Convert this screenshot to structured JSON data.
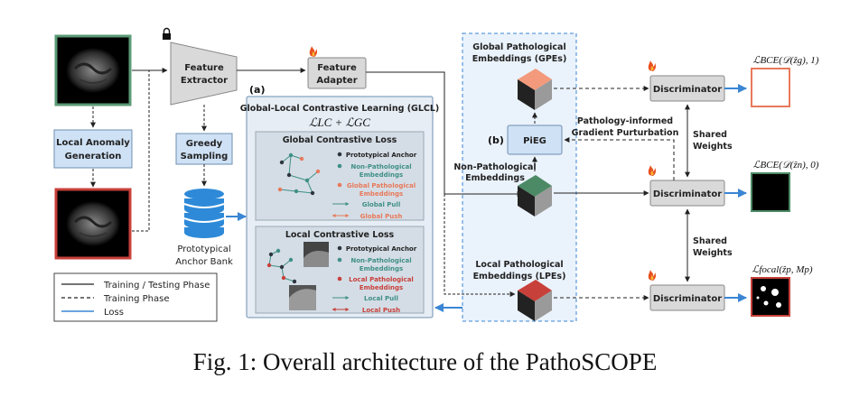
{
  "figure": {
    "caption": "Fig. 1: Overall architecture of the PathoSCOPE",
    "blocks": {
      "local_anomaly_generation": [
        "Local Anomaly",
        "Generation"
      ],
      "feature_extractor": [
        "Feature",
        "Extractor"
      ],
      "feature_adapter": [
        "Feature",
        "Adapter"
      ],
      "greedy_sampling": [
        "Greedy",
        "Sampling"
      ],
      "prototypical_anchor_bank": [
        "Prototypical",
        "Anchor Bank"
      ],
      "pieg": "PiEG",
      "discriminator": "Discriminator"
    },
    "glcl": {
      "tag": "(a)",
      "title": "Global-Local Contrastive Learning (GLCL)",
      "formula": "ℒLC + ℒGC",
      "global_title": "Global Contrastive Loss",
      "local_title": "Local Contrastive Loss",
      "global_legend": [
        {
          "label": [
            "Prototypical Anchor"
          ],
          "color": "#2e3440",
          "kind": "dot"
        },
        {
          "label": [
            "Non-Pathological",
            "Embeddings"
          ],
          "color": "#3f8f86",
          "kind": "dot"
        },
        {
          "label": [
            "Global Pathological",
            "Embeddings"
          ],
          "color": "#e8795a",
          "kind": "dot"
        },
        {
          "label": [
            "Global Pull"
          ],
          "color": "#3f8f86",
          "kind": "arrow"
        },
        {
          "label": [
            "Global Push"
          ],
          "color": "#e8795a",
          "kind": "double"
        }
      ],
      "local_legend": [
        {
          "label": [
            "Prototypical Anchor"
          ],
          "color": "#2e3440",
          "kind": "dot"
        },
        {
          "label": [
            "Non-Pathological",
            "Embeddings"
          ],
          "color": "#3f8f86",
          "kind": "dot"
        },
        {
          "label": [
            "Local Pathological",
            "Embeddings"
          ],
          "color": "#c8403a",
          "kind": "dot"
        },
        {
          "label": [
            "Local Pull"
          ],
          "color": "#3f8f86",
          "kind": "arrow"
        },
        {
          "label": [
            "Local Push"
          ],
          "color": "#c8403a",
          "kind": "double"
        }
      ]
    },
    "embeddings": {
      "tag": "(b)",
      "gpe": [
        "Global Pathological",
        "Embeddings (GPEs)"
      ],
      "non_path": [
        "Non-Pathological",
        "Embeddings"
      ],
      "lpe": [
        "Local Pathological",
        "Embeddings (LPEs)"
      ]
    },
    "annotations": {
      "pathology_gradient": [
        "Pathology-informed",
        "Gradient Purturbation"
      ],
      "shared_weights_1": [
        "Shared",
        "Weights"
      ],
      "shared_weights_2": [
        "Shared",
        "Weights"
      ]
    },
    "outputs": {
      "bce_global": "ℒBCE(𝒟(ẑg), 1)",
      "bce_nonpath": "ℒBCE(𝒟(ẑn), 0)",
      "focal_local": "ℒfocal(ẑp, Mp)"
    },
    "legend": {
      "solid": "Training / Testing Phase",
      "dashed": "Training Phase",
      "loss": "Loss"
    },
    "colors": {
      "loss_blue": "#3a86d4",
      "border_green": "#5a9a75",
      "border_red": "#c8403a",
      "cube_orange": "#e8795a",
      "cube_green": "#4c8a66",
      "cube_red": "#c8403a",
      "panel_blue": "#eaf2fb",
      "box_blue": "#cfe1f5",
      "box_gray": "#d9d9d9"
    }
  }
}
